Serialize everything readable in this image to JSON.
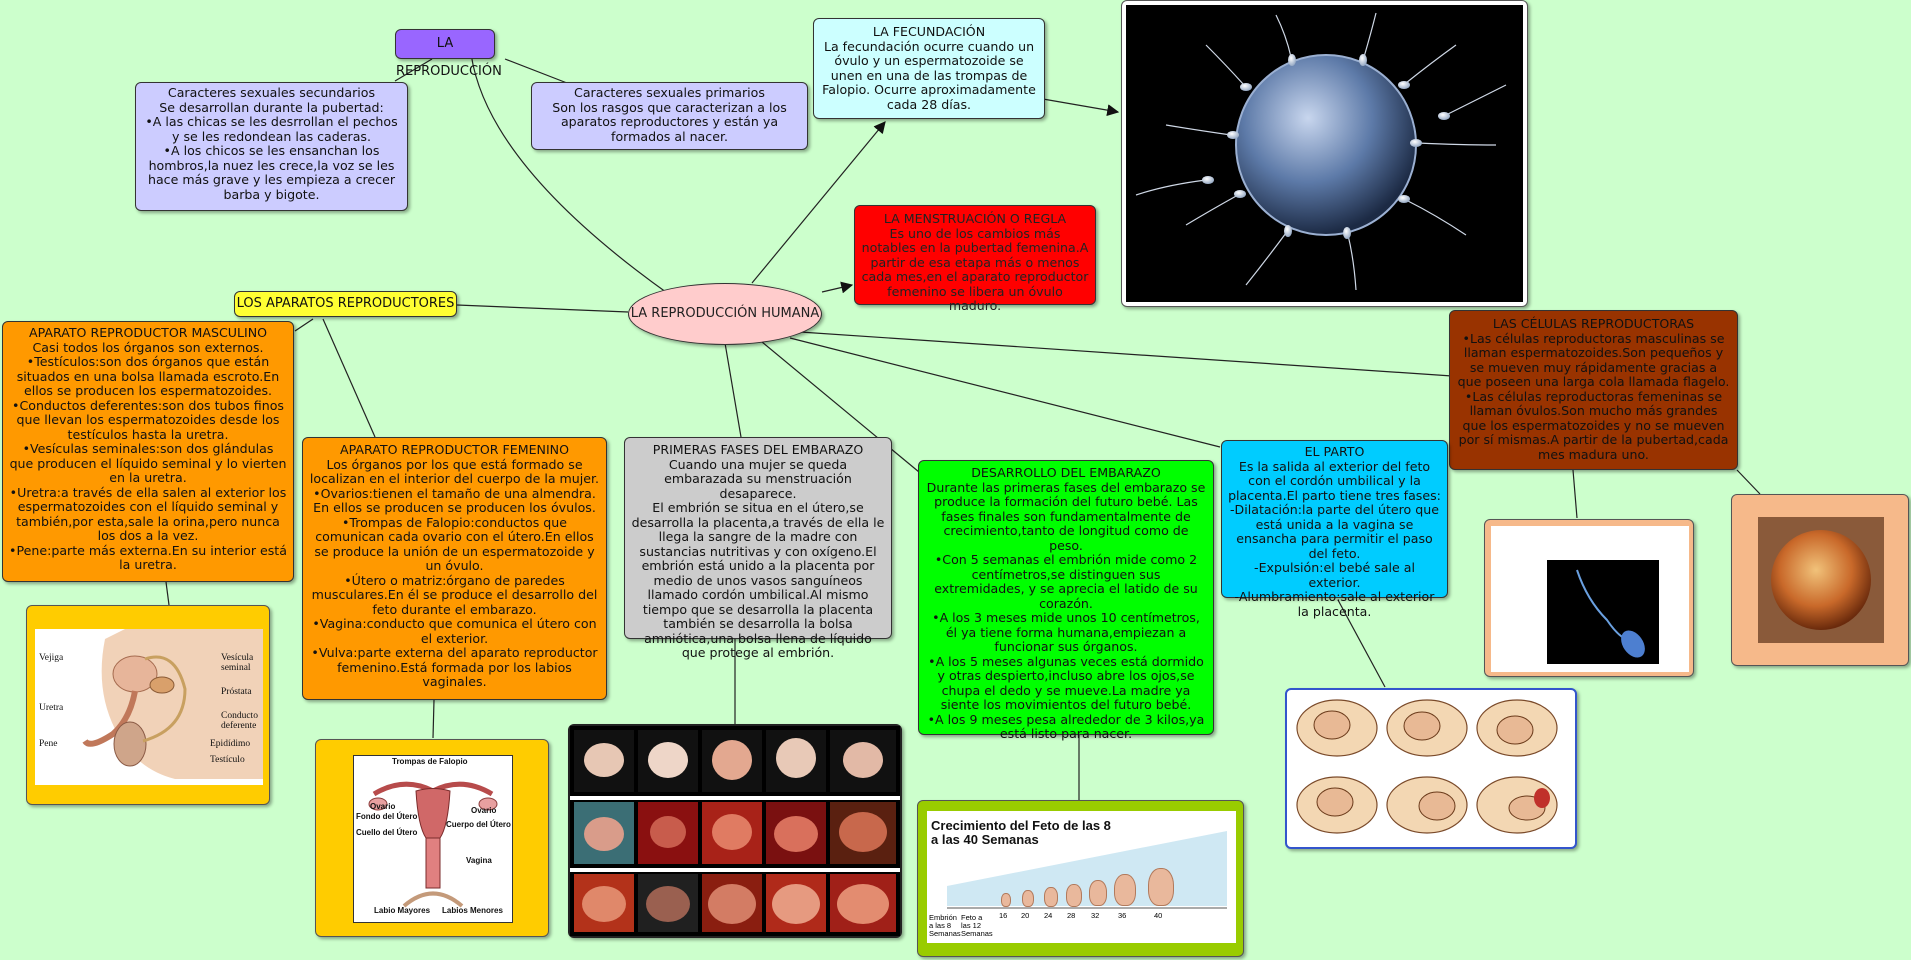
{
  "central": {
    "label": "LA REPRODUCCIÓN HUMANA"
  },
  "reproduccion": {
    "label": "LA REPRODUCCIÓN"
  },
  "aparatos": {
    "label": "LOS APARATOS REPRODUCTORES"
  },
  "secundarios": {
    "title": "Caracteres sexuales secundarios",
    "body": "Se desarrollan durante la pubertad:\n•A las chicas se les desrrollan el pechos y se les redondean las caderas.\n•A los chicos se les ensanchan los hombros,la nuez les crece,la voz se les hace más grave y les empieza a crecer barba y bigote."
  },
  "primarios": {
    "title": "Caracteres sexuales primarios",
    "body": "Son los rasgos que caracterizan a los aparatos reproductores y están ya formados al nacer."
  },
  "fecundacion": {
    "title": "LA FECUNDACIÓN",
    "body": "La fecundación ocurre cuando un óvulo y un espermatozoide se unen en una de las trompas de Falopio. Ocurre aproximadamente cada 28 días."
  },
  "menstruacion": {
    "title": "LA MENSTRUACIÓN O REGLA",
    "body": "Es uno de los cambios más notables en la pubertad femenina.A partir de esa etapa más o menos cada mes,en el aparato reproductor femenino se libera un óvulo maduro."
  },
  "celulas": {
    "title": "LAS CÉLULAS REPRODUCTORAS",
    "body": "•Las células reproductoras masculinas se llaman espermatozoides.Son pequeños y se mueven muy rápidamente gracias a que poseen una larga cola llamada flagelo.\n•Las células reproductoras femeninas se llaman óvulos.Son mucho más grandes que los espermatozoides y no se mueven por sí mismas.A partir de la pubertad,cada mes madura uno."
  },
  "masculino": {
    "title": "APARATO REPRODUCTOR MASCULINO",
    "body": "Casi todos los órganos son externos.\n•Testículos:son dos órganos que están situados en una bolsa llamada escroto.En ellos se producen los espermatozoides.\n•Conductos deferentes:son dos tubos finos que llevan los espermatozoides desde los testículos hasta la uretra.\n•Vesículas seminales:son dos glándulas que producen el líquido seminal y lo vierten en la uretra.\n•Uretra:a través de ella salen al exterior los espermatozoides con el líquido seminal y también,por esta,sale la orina,pero nunca los dos a la vez.\n•Pene:parte más externa.En su interior está la uretra."
  },
  "femenino": {
    "title": "APARATO REPRODUCTOR FEMENINO",
    "body": "Los órganos por los que está formado se localizan en el interior del cuerpo de la mujer.\n•Ovarios:tienen el tamaño de una almendra. En ellos se producen se producen los óvulos.\n•Trompas de Falopio:conductos que comunican cada ovario con el útero.En ellos se produce la unión de un espermatozoide y un óvulo.\n•Útero o matriz:órgano de paredes musculares.En él se produce el desarrollo del feto durante el embarazo.\n•Vagina:conducto que comunica el útero con el exterior.\n•Vulva:parte externa del aparato reproductor femenino.Está formada por los labios vaginales."
  },
  "primeras": {
    "title": "PRIMERAS FASES DEL EMBARAZO",
    "body": "Cuando una mujer se queda embarazada su menstruación desaparece.\nEl embrión se situa en el útero,se desarrolla la placenta,a través de ella le llega la sangre de la madre con sustancias nutritivas y con oxígeno.El embrión está unido a la placenta por medio de unos vasos sanguíneos llamado cordón umbilical.Al mismo tiempo que se desarrolla la placenta también se desarrolla la bolsa amniótica,una bolsa llena de líquido que protege al embrión."
  },
  "desarrollo": {
    "title": "DESARROLLO DEL EMBARAZO",
    "body": "Durante las primeras fases del embarazo se produce la formación del futuro bebé. Las fases finales son fundamentalmente de crecimiento,tanto de longitud como de peso.\n•Con 5 semanas el embrión mide como 2 centímetros,se distinguen sus extremidades, y se aprecia el latido de su corazón.\n•A los 3 meses mide unos 10 centímetros, él ya tiene forma humana,empiezan a funcionar sus órganos.\n•A los 5 meses algunas veces está dormido y otras despierto,incluso abre los ojos,se chupa el dedo y se mueve.La madre ya siente los movimientos del futuro bebé.\n•A los 9 meses pesa alrededor de 3 kilos,ya está listo para nacer."
  },
  "parto": {
    "title": "EL PARTO",
    "body": "Es la salida al exterior del feto con el cordón umbilical y la placenta.El parto tiene tres fases:\n-Dilatación:la parte del útero que está unida a la vagina se ensancha para permitir el paso del feto.\n-Expulsión:el bebé sale al exterior.\n-Alumbramiento:sale al exterior la placenta."
  },
  "masc_labels": [
    "Vejiga",
    "Vesícula seminal",
    "Próstata",
    "Uretra",
    "Conducto deferente",
    "Pene",
    "Epidídimo",
    "Testículo"
  ],
  "fem_labels": [
    "Trompas de Falopio",
    "Ovario",
    "Fondo del Útero",
    "Ovario",
    "Cuerpo del Útero",
    "Cuello del Útero",
    "Vagina",
    "Labio Mayores",
    "Labios Menores"
  ],
  "feto": {
    "title": "Crecimiento del Feto de las 8 a las 40 Semanas",
    "embrion": "Embrión a las 8 Semanas",
    "feto12": "Feto a las 12 Semanas",
    "weeks": [
      "16",
      "20",
      "24",
      "28",
      "32",
      "36",
      "40"
    ]
  },
  "colors": {
    "background": "#ccffcc",
    "central": "#ffcccc",
    "reproduccion": "#9966ff",
    "aparatos": "#ffff33",
    "lavender": "#ccccff",
    "fecundacion": "#ccffff",
    "menstruacion": "#ff0000",
    "celulas": "#993300",
    "orange": "#ff9900",
    "grey": "#cccccc",
    "green": "#00ff00",
    "blue": "#00ccff"
  }
}
